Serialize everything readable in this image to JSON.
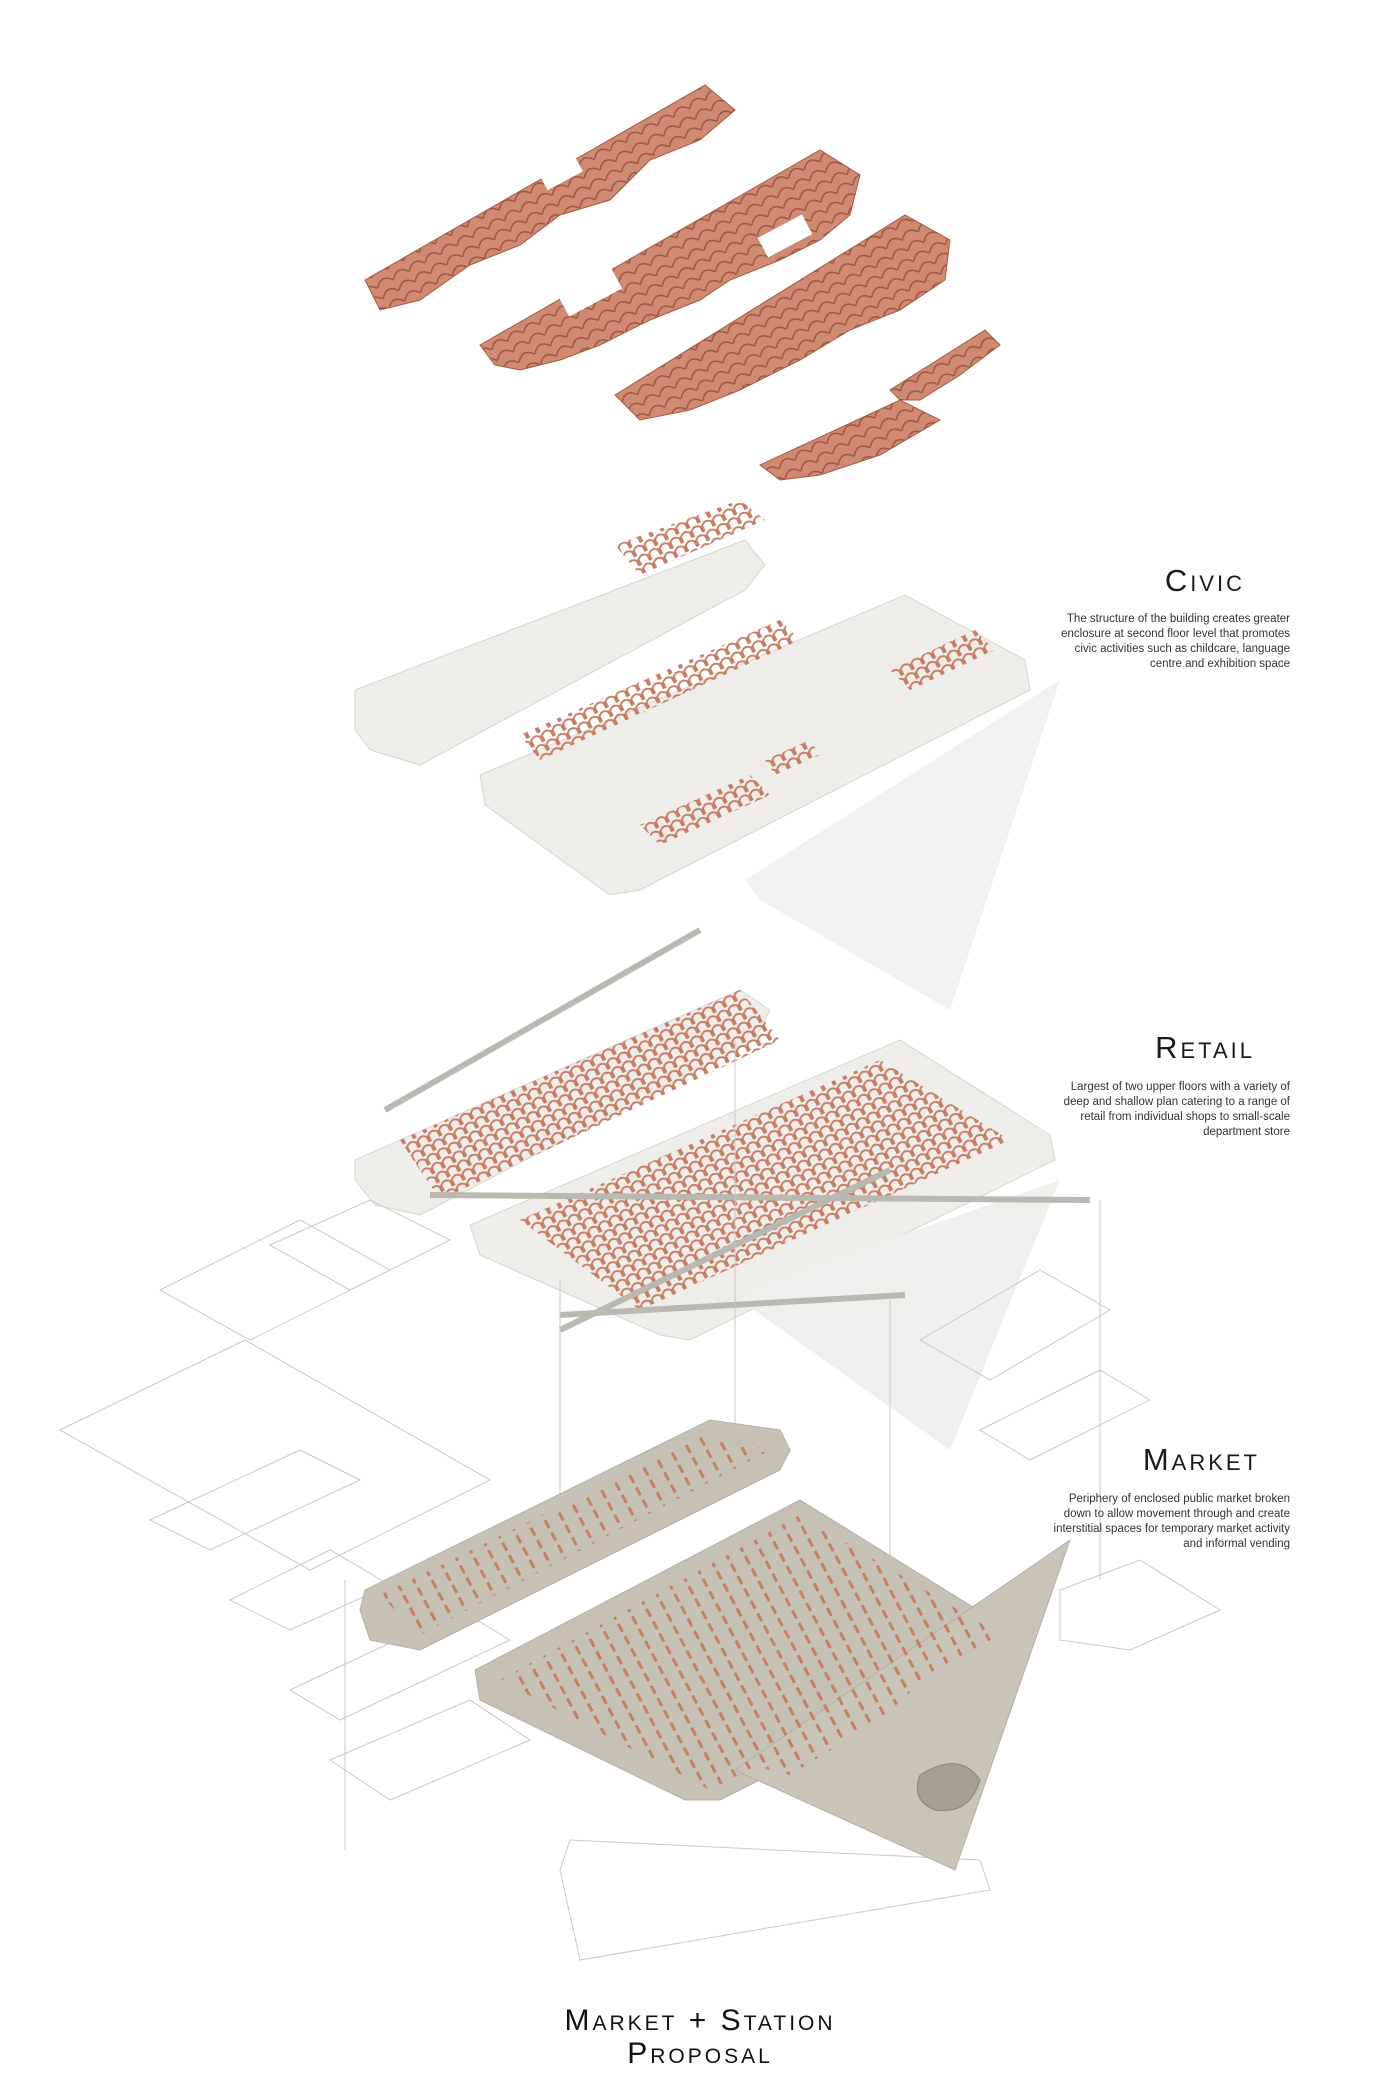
{
  "layers": [
    {
      "id": "civic",
      "heading": "Civic",
      "description": "The structure of the building creates greater enclosure at second floor level that promotes civic activities such as childcare, language centre and exhibition space"
    },
    {
      "id": "retail",
      "heading": "Retail",
      "description": "Largest of two upper floors with a variety of deep and shallow plan catering to a range of retail from individual shops to small-scale department store"
    },
    {
      "id": "market",
      "heading": "Market",
      "description": "Periphery of enclosed public market broken down to allow movement through and create interstitial spaces for temporary market activity and informal vending"
    }
  ],
  "title": {
    "line1": "Market + Station",
    "line2": "Proposal"
  },
  "colors": {
    "terracotta": "#c97d64",
    "terracotta_dark": "#a85a43",
    "slab": "#ecebe7",
    "ground": "#bdb8ab",
    "context_line": "#bfbfbf"
  }
}
